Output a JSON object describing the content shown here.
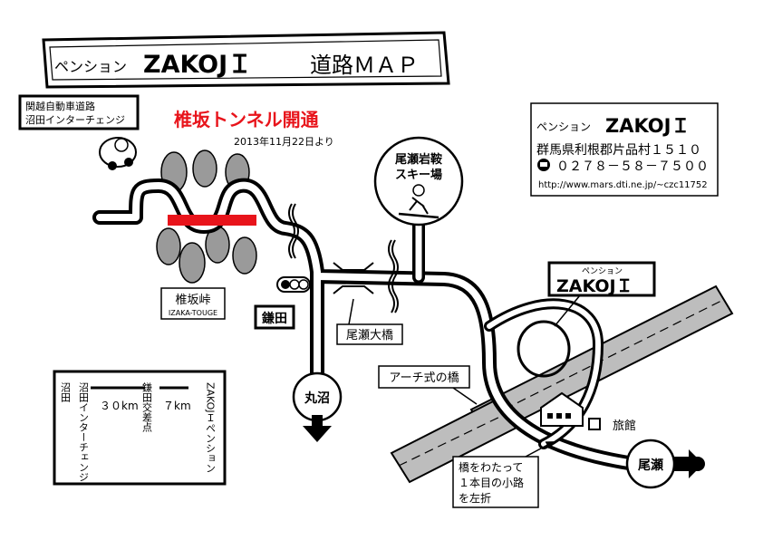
{
  "title": {
    "prefix": "ペンション",
    "name": "ZAKOJＩ",
    "suffix": "道路ＭＡＰ"
  },
  "origin_box": {
    "line1": "関越自動車道路",
    "line2": "沼田インターチェンジ"
  },
  "tunnel": {
    "heading": "椎坂トンネル開通",
    "date": "2013年11月22日より",
    "color": "#e8141b"
  },
  "pass": {
    "name": "椎坂峠",
    "romaji": "IZAKA-TOUGE"
  },
  "ski": {
    "line1": "尾瀬岩鞍",
    "line2": "スキー場"
  },
  "info": {
    "prefix": "ペンション",
    "name": "ZAKOJＩ",
    "address": "群馬県利根郡片品村１５１０",
    "tel_icon": "phone-icon",
    "tel": "０２７８－５８－７５００",
    "url": "http://www.mars.dti.ne.jp/~czc11752"
  },
  "places": {
    "kamada": "鎌田",
    "oze_bridge": "尾瀬大橋",
    "numata_dir": "丸沼",
    "arch_bridge": "アーチ式の橋",
    "ryokan": "旅館",
    "oze_dir": "尾瀬",
    "pension_small": "ペンション",
    "pension_name": "ZAKOJＩ",
    "turn_note": [
      "橋をわたって",
      "１本目の小路",
      "を左折"
    ]
  },
  "distance": {
    "start": "沼田インターチェンジ",
    "mid": "鎌田交差点",
    "end": "ZAKOJＩペンション",
    "d1": "３０km",
    "d2": "７km"
  }
}
